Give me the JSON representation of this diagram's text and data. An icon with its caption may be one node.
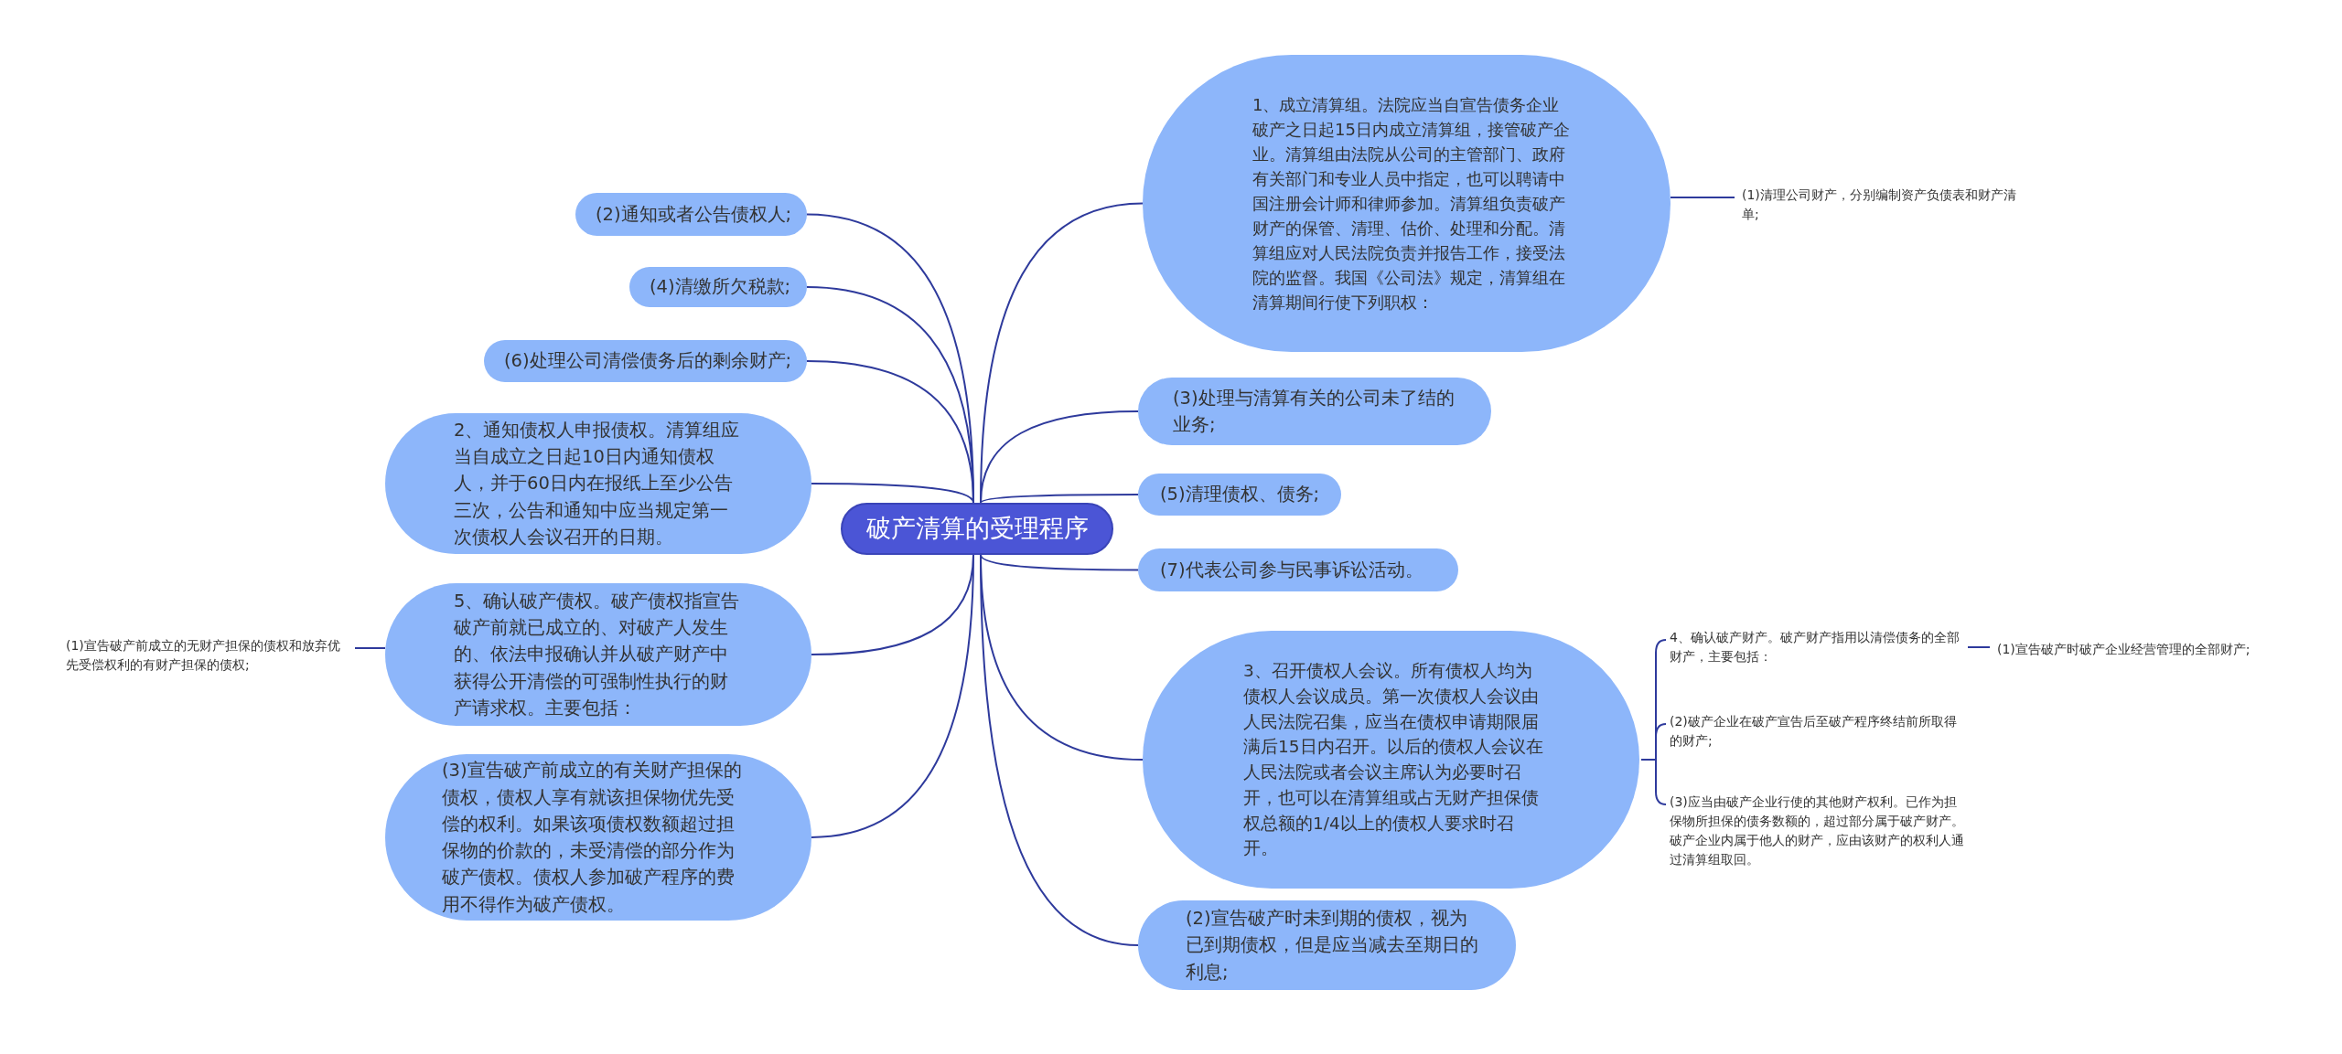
{
  "diagram": {
    "nodes": [
      {
        "text": [
          "破产清算的受理程序"
        ]
      },
      {
        "text": [
          "1、成立清算组。法院应当自宣告债务企业破产之日起15日内成立清算组，接管破产企业。清算组由法院从公司的主管部门、政府有关部门和专业人员中指定，也可以聘请中国注册会计师和律师参加。清算组负责破产财产的保管、清理、估价、处理和分配。清算组应对人民法院负责并报告工作，接受法院的监督。我国《公司法》规定，清算组在清算期间行使下列职权："
        ]
      },
      {
        "text": [
          "(1)清理公司财产，分别编制资产负债表和财产清单;"
        ]
      },
      {
        "text": [
          "(3)处理与清算有关的公司未了结的业务;"
        ]
      },
      {
        "text": [
          "(5)清理债权、债务;"
        ]
      },
      {
        "text": [
          "(7)代表公司参与民事诉讼活动。"
        ]
      },
      {
        "text": [
          "3、召开债权人会议。所有债权人均为债权人会议成员。第一次债权人会议由人民法院召集，应当在债权申请期限届满后15日内召开。以后的债权人会议在人民法院或者会议主席认为必要时召开，也可以在清算组或占无财产担保债权总额的1/4以上的债权人要求时召开。"
        ]
      },
      {
        "text": [
          "4、确认破产财产。破产财产指用以清偿债务的全部财产，主要包括："
        ]
      },
      {
        "text": [
          "(1)宣告破产时破产企业经营管理的全部财产;"
        ]
      },
      {
        "text": [
          "(2)破产企业在破产宣告后至破产程序终结前所取得的财产;"
        ]
      },
      {
        "text": [
          "(3)应当由破产企业行使的其他财产权利。已作为担保物所担保的债务数额的，超过部分属于破产财产。破产企业内属于他人的财产，应由该财产的权利人通过清算组取回。"
        ]
      },
      {
        "text": [
          "(2)宣告破产时未到期的债权，视为已到期债权，但是应当减去至期日的利息;"
        ]
      },
      {
        "text": [
          "(2)通知或者公告债权人;"
        ]
      },
      {
        "text": [
          "(4)清缴所欠税款;"
        ]
      },
      {
        "text": [
          "(6)处理公司清偿债务后的剩余财产;"
        ]
      },
      {
        "text": [
          "2、通知债权人申报债权。清算组应当自成立之日起10日内通知债权人，并于60日内在报纸上至少公告三次，公告和通知中应当规定第一次债权人会议召开的日期。"
        ]
      },
      {
        "text": [
          "5、确认破产债权。破产债权指宣告破产前就已成立的、对破产人发生的、依法申报确认并从破产财产中获得公开清偿的可强制性执行的财产请求权。主要包括："
        ]
      },
      {
        "text": [
          "(1)宣告破产前成立的无财产担保的债权和放弃优先受偿权利的有财产担保的债权;"
        ]
      },
      {
        "text": [
          "(3)宣告破产前成立的有关财产担保的债权，债权人享有就该担保物优先受偿的权利。如果该项债权数额超过担保物的价款的，未受清偿的部分作为破产债权。债权人参加破产程序的费用不得作为破产债权。"
        ]
      }
    ],
    "edges": [
      {
        "from": 0,
        "to": 1,
        "arrow": "none"
      },
      {
        "from": 1,
        "to": 2,
        "arrow": "none"
      },
      {
        "from": 0,
        "to": 3,
        "arrow": "none"
      },
      {
        "from": 0,
        "to": 4,
        "arrow": "none"
      },
      {
        "from": 0,
        "to": 5,
        "arrow": "none"
      },
      {
        "from": 0,
        "to": 6,
        "arrow": "none"
      },
      {
        "from": 6,
        "to": 7,
        "arrow": "none"
      },
      {
        "from": 7,
        "to": 8,
        "arrow": "none"
      },
      {
        "from": 6,
        "to": 9,
        "arrow": "none"
      },
      {
        "from": 6,
        "to": 10,
        "arrow": "none"
      },
      {
        "from": 0,
        "to": 11,
        "arrow": "none"
      },
      {
        "from": 0,
        "to": 12,
        "arrow": "none"
      },
      {
        "from": 0,
        "to": 13,
        "arrow": "none"
      },
      {
        "from": 0,
        "to": 14,
        "arrow": "none"
      },
      {
        "from": 0,
        "to": 15,
        "arrow": "none"
      },
      {
        "from": 0,
        "to": 16,
        "arrow": "none"
      },
      {
        "from": 16,
        "to": 17,
        "arrow": "none"
      },
      {
        "from": 0,
        "to": 18,
        "arrow": "none"
      }
    ]
  }
}
